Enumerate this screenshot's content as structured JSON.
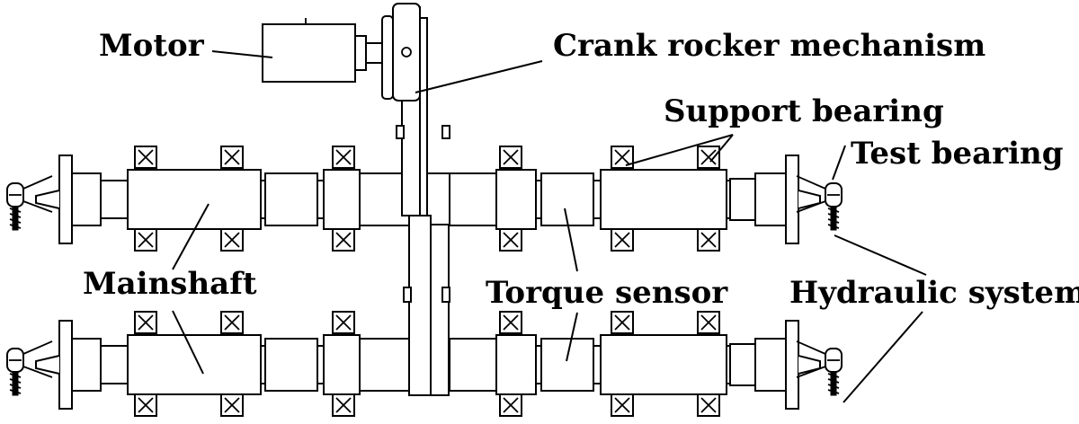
{
  "labels": {
    "motor": "Motor",
    "crank": "Crank rocker mechanism",
    "support": "Support bearing",
    "test": "Test bearing",
    "mainshaft": "Mainshaft",
    "torque": "Torque sensor",
    "hydraulic": "Hydraulic system"
  },
  "colors": {
    "line": "#000000",
    "background": "#ffffff"
  },
  "icons": {
    "bearing": "crossed-box-bearing-icon",
    "loader": "hydraulic-loader-icon"
  }
}
